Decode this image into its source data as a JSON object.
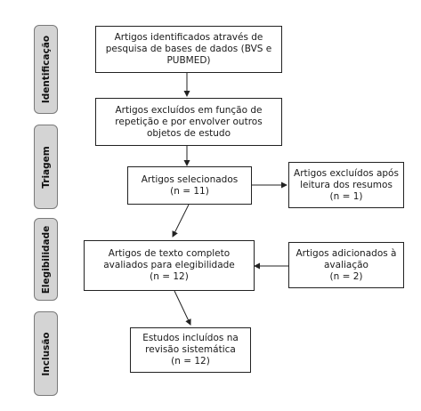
{
  "lanes": [
    {
      "label": "Identificação"
    },
    {
      "label": "Triagem"
    },
    {
      "label": "Elegibilidade"
    },
    {
      "label": "Inclusão"
    }
  ],
  "boxes": {
    "identified": [
      "Artigos identificados através de",
      "pesquisa de bases de dados (BVS e",
      "PUBMED)"
    ],
    "excluded_repetition": [
      "Artigos excluídos em função de",
      "repetição e por envolver outros",
      "objetos de estudo"
    ],
    "selected": [
      "Artigos selecionados",
      "(n = 11)"
    ],
    "excluded_abstracts": [
      "Artigos excluídos após",
      "leitura dos resumos",
      "(n = 1)"
    ],
    "fulltext": [
      "Artigos de texto completo",
      "avaliados para elegibilidade",
      "(n = 12)"
    ],
    "added": [
      "Artigos adicionados à",
      "avaliação",
      "(n = 2)"
    ],
    "included": [
      "Estudos incluídos na",
      "revisão sistemática",
      "(n = 12)"
    ]
  },
  "colors": {
    "lane_fill": "#d4d4d4",
    "lane_border": "#7a7a7a",
    "line": "#222222"
  }
}
